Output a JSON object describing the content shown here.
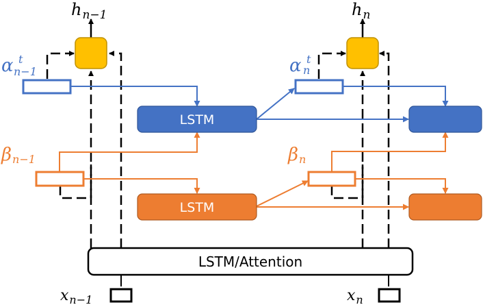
{
  "colors": {
    "blue": "#4472C4",
    "blue_stroke": "#2F5597",
    "orange": "#ED7D31",
    "orange_stroke": "#AE5A21",
    "gold": "#FFC000",
    "gold_stroke": "#BF9000",
    "black": "#000000"
  },
  "labels": {
    "h_prev": {
      "base": "h",
      "sub": "n−1"
    },
    "h_curr": {
      "base": "h",
      "sub": "n"
    },
    "alpha_prev": {
      "base": "α",
      "sup": "t",
      "sub": "n−1"
    },
    "alpha_curr": {
      "base": "α",
      "sup": "t",
      "sub": "n"
    },
    "beta_prev": {
      "base": "β",
      "sub": "n−1"
    },
    "beta_curr": {
      "base": "β",
      "sub": "n"
    },
    "x_prev": {
      "base": "x",
      "sub": "n−1"
    },
    "x_curr": {
      "base": "x",
      "sub": "n"
    }
  },
  "blocks": {
    "lstm_blue": "LSTM",
    "lstm_orange": "LSTM",
    "lstm_blue_next": "",
    "lstm_orange_next": "",
    "encoder": "LSTM/Attention"
  }
}
